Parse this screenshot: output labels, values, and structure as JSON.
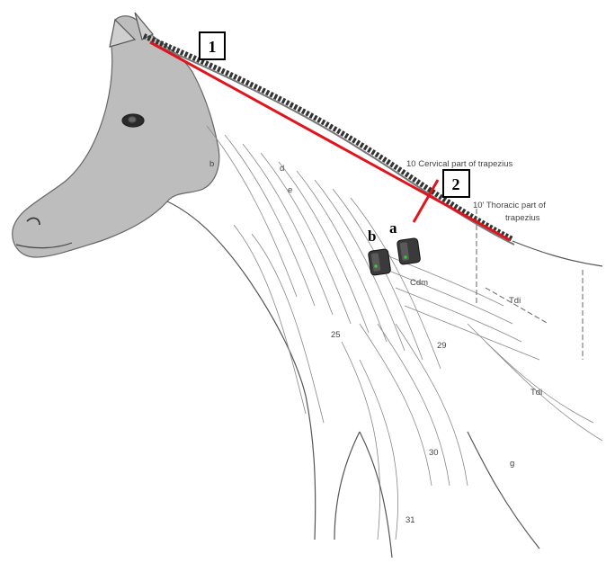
{
  "figure": {
    "markers": [
      {
        "id": "1",
        "text": "1"
      },
      {
        "id": "2",
        "text": "2"
      }
    ],
    "sensor_labels": [
      {
        "id": "a",
        "text": "a"
      },
      {
        "id": "b",
        "text": "b"
      }
    ],
    "annotations": {
      "cervical_trapezius": "10 Cervical part of trapezius",
      "thoracic_trapezius_1": "10'   Thoracic part of",
      "thoracic_trapezius_2": "trapezius",
      "cdm": "Cdm",
      "n25": "25",
      "n29": "29",
      "n30": "30",
      "n31": "31",
      "tdi_1": "Tdi",
      "tdi_2": "Tdi",
      "d": "d",
      "b_small": "b",
      "e": "e",
      "g": "g"
    },
    "colors": {
      "measure_line": "#e0141c",
      "sensor": "#3a3a3a",
      "sensor_led": "#3ec43e",
      "ink": "#444444",
      "horse_face": "#b8b8b8"
    }
  }
}
